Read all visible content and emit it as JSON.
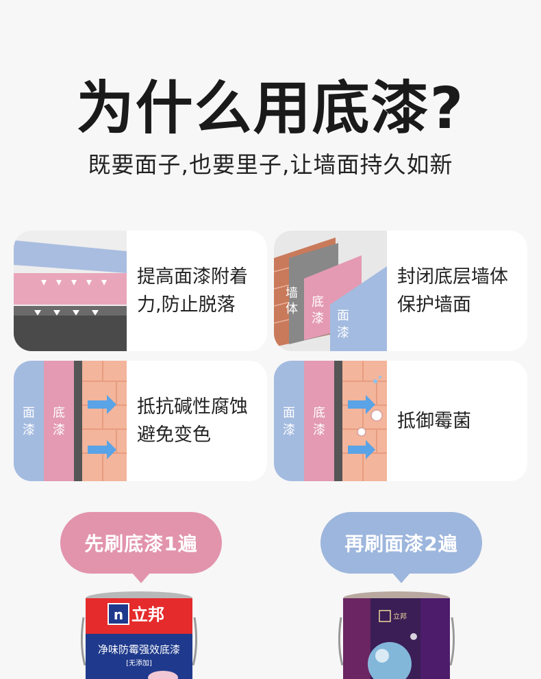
{
  "header": {
    "title": "为什么用底漆?",
    "subtitle": "既要面子,也要里子,让墙面持久如新"
  },
  "cards": [
    {
      "line1": "提高面漆附着",
      "line2": "力,防止脱落"
    },
    {
      "line1": "封闭底层墙体",
      "line2": "保护墙面",
      "labels": [
        "墙",
        "体",
        "底",
        "漆",
        "面",
        "漆"
      ]
    },
    {
      "line1": "抵抗碱性腐蚀",
      "line2": "避免变色",
      "labels": [
        "面",
        "漆",
        "底",
        "漆"
      ]
    },
    {
      "line1": "抵御霉菌",
      "line2": "",
      "labels": [
        "面",
        "漆",
        "底",
        "漆"
      ]
    }
  ],
  "steps": [
    {
      "label": "先刷底漆1遍"
    },
    {
      "label": "再刷面漆2遍"
    }
  ],
  "products": [
    {
      "brand": "立邦",
      "name": "净味防霉强效底漆",
      "tag": "[无添加]"
    },
    {
      "brand": "立邦"
    }
  ],
  "colors": {
    "pink": "#e294ad",
    "blue": "#9db6dd",
    "brick": "#f2b49a",
    "dark_gray": "#555555"
  }
}
